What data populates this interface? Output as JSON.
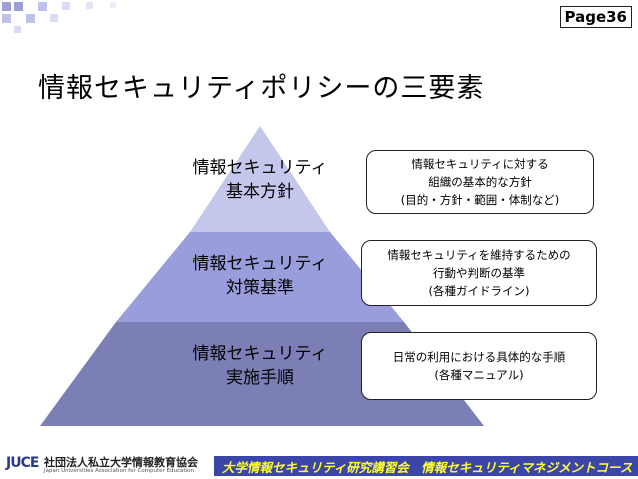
{
  "page_number": "Page36",
  "title": "情報セキュリティポリシーの三要素",
  "pyramid": {
    "tiers": [
      {
        "label_line1": "情報セキュリティ",
        "label_line2": "基本方針",
        "box_lines": [
          "情報セキュリティに対する",
          "組織の基本的な方針",
          "(目的・方針・範囲・体制など)"
        ]
      },
      {
        "label_line1": "情報セキュリティ",
        "label_line2": "対策基準",
        "box_lines": [
          "情報セキュリティを維持するための",
          "行動や判断の基準",
          "(各種ガイドライン)"
        ]
      },
      {
        "label_line1": "情報セキュリティ",
        "label_line2": "実施手順",
        "box_lines": [
          "日常の利用における具体的な手順",
          "(各種マニュアル)"
        ]
      }
    ],
    "colors": {
      "top": "#c4c6ec",
      "middle": "#9a9ddc",
      "bottom": "#7b7fb6"
    }
  },
  "footer": {
    "logo_mark": "JUCE",
    "logo_name": "社団法人私立大学情報教育協会",
    "logo_sub": "Japan Universities Association for Computer Education",
    "course_text": "大学情報セキュリティ研究講習会　情報セキュリティマネジメントコース",
    "bar_color": "#3c46a8",
    "text_color": "#ffff33"
  }
}
